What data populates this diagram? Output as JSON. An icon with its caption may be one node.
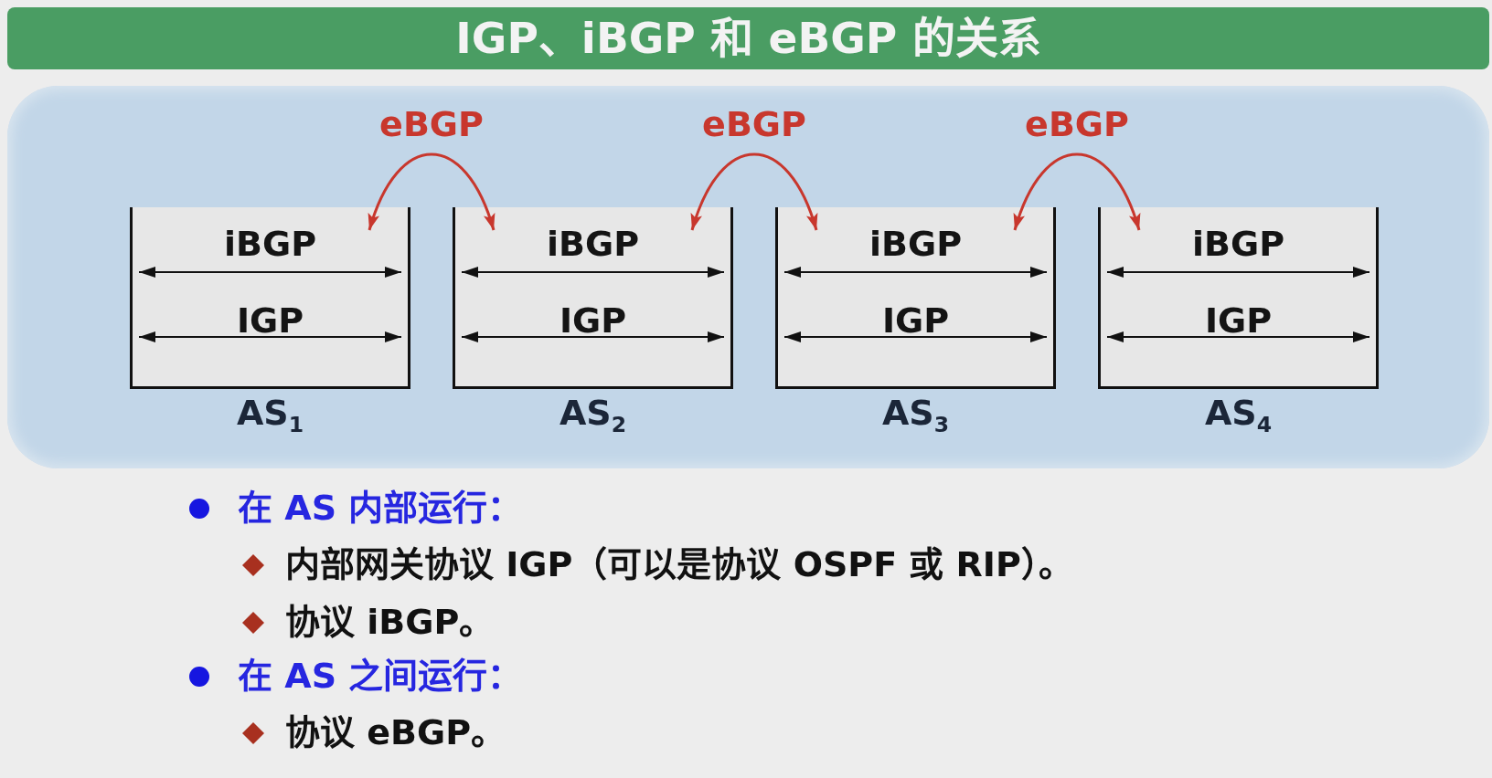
{
  "diagram": {
    "title": "IGP、iBGP 和 eBGP 的关系",
    "nodes": [
      {
        "text": [
          "iBGP",
          "IGP"
        ],
        "beside": [
          "AS$_{1}$"
        ]
      },
      {
        "text": [
          "iBGP",
          "IGP"
        ],
        "beside": [
          "AS$_{2}$"
        ]
      },
      {
        "text": [
          "iBGP",
          "IGP"
        ],
        "beside": [
          "AS$_{3}$"
        ]
      },
      {
        "text": [
          "iBGP",
          "IGP"
        ],
        "beside": [
          "AS$_{4}$"
        ]
      }
    ],
    "edges": [
      {
        "from": 0,
        "to": 1,
        "arrow": "both",
        "label": "eBGP"
      },
      {
        "from": 1,
        "to": 2,
        "arrow": "both",
        "label": "eBGP"
      },
      {
        "from": 2,
        "to": 3,
        "arrow": "both",
        "label": "eBGP"
      }
    ],
    "labels": [
      "在 AS 内部运行：",
      "内部网关协议 IGP（可以是协议 OSPF 或 RIP）。",
      "协议 iBGP。",
      "在 AS 之间运行：",
      "协议 eBGP。"
    ]
  }
}
